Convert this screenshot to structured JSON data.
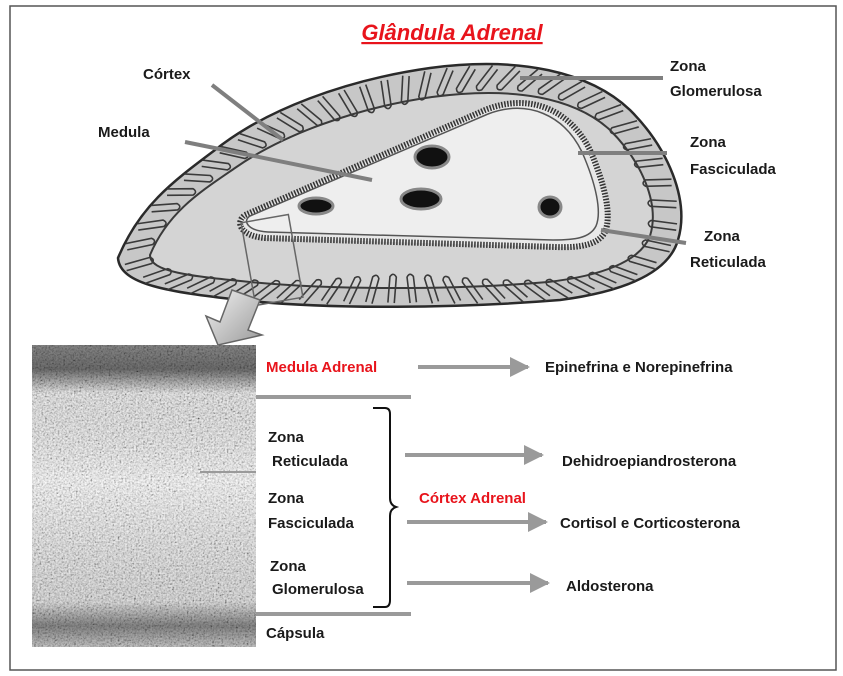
{
  "title": "Glândula Adrenal",
  "diagram": {
    "cortex_label": "Córtex",
    "medula_label": "Medula",
    "zona_glomerulosa": [
      "Zona",
      "Glomerulosa"
    ],
    "zona_fasciculada": [
      "Zona",
      "Fasciculada"
    ],
    "zona_reticulada": [
      "Zona",
      "Reticulada"
    ]
  },
  "histology": {
    "medula_adrenal": "Medula Adrenal",
    "cortex_adrenal": "Córtex Adrenal",
    "capsula": "Cápsula",
    "zona_reticulada": [
      "Zona",
      "Reticulada"
    ],
    "zona_fasciculada": [
      "Zona",
      "Fasciculada"
    ],
    "zona_glomerulosa": [
      "Zona",
      "Glomerulosa"
    ]
  },
  "hormones": {
    "medula": "Epinefrina e Norepinefrina",
    "reticulada": "Dehidroepiandrosterona",
    "fasciculada": "Cortisol e Corticosterona",
    "glomerulosa": "Aldosterona"
  },
  "colors": {
    "title": "#e8141c",
    "highlight": "#e8141c",
    "gland_fill": "#c9c9c9",
    "medulla_fill": "#eeeeee",
    "line": "#8a8a8a",
    "arrow": "#9a9a9a"
  }
}
